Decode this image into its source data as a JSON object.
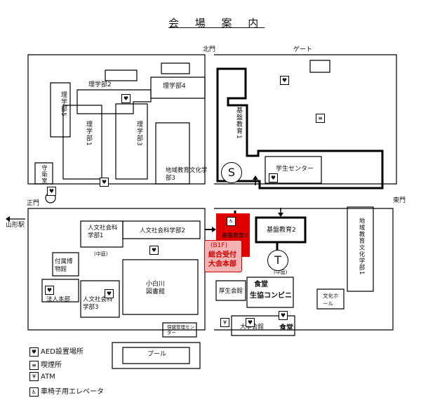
{
  "title": "会 場 案 内",
  "gates": {
    "north": "北門",
    "gate": "ゲート",
    "main": "正門",
    "east": "東門"
  },
  "station": "山形駅",
  "buildings": {
    "sci2": "理学部2",
    "sci4": "理学部4",
    "sci5": "理学部5",
    "sci1": "理学部1",
    "sci3": "理学部3",
    "guard": "守衛室",
    "chiiki3": "地域教育文化学部3",
    "kiban1": "基盤教育1",
    "student_center": "学生センター",
    "jinbun1": "人文社会科学部1",
    "jinbun2": "人文社会科学部2",
    "jinbun3": "人文社会科学部3",
    "kiban3": "基盤教育3",
    "kiban2": "基盤教育2",
    "chiiki1": "地域教育文化学部1",
    "museum": "付属博物館",
    "law": "法人本部",
    "library": "小白川図書館",
    "welfare": "厚生会館",
    "cafeteria": "食堂",
    "coop": "生協コンビニ",
    "culture": "文化ホール",
    "hall": "大学会館",
    "cafeteria2": "食堂",
    "health": "保健管理センター",
    "pool": "プール"
  },
  "courtyard": "(中庭)",
  "reception": {
    "floor": "(B1F)",
    "line1": "総合受付",
    "line2": "大会本部"
  },
  "markers": {
    "s": "S",
    "t": "T"
  },
  "legend": [
    {
      "icon": "heart-icon",
      "label": "AED設置場所"
    },
    {
      "icon": "smoking-icon",
      "label": "喫煙所"
    },
    {
      "icon": "yen-icon",
      "label": "ATM"
    },
    {
      "icon": "wheelchair-icon",
      "label": "車椅子用エレベータ"
    }
  ],
  "colors": {
    "reception": "#e00000",
    "reception_label": "#f4b3b3"
  }
}
